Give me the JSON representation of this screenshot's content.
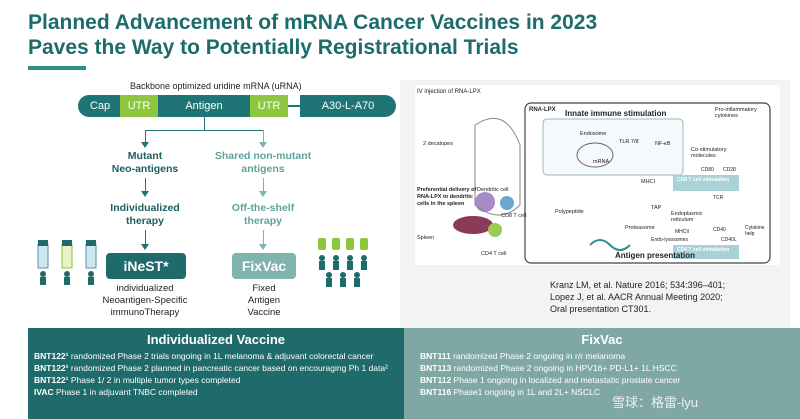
{
  "title": {
    "line1": "Planned Advancement of mRNA Cancer Vaccines in 2023",
    "line2": "Paves the Way to Potentially Registrational Trials"
  },
  "backbone": {
    "label": "Backbone optimized uridine mRNA (uRNA)",
    "segments": [
      "Cap",
      "UTR",
      "Antigen",
      "UTR",
      "A30-L-A70"
    ]
  },
  "left_branch": {
    "type": "Mutant\nNeo-antigens",
    "therapy": "Individualized\ntherapy",
    "product": "iNeST*",
    "desc_lines": [
      "individualized",
      "Neoantigen-Specific",
      "immunoTherapy"
    ]
  },
  "right_branch": {
    "type": "Shared non-mutant\nantigens",
    "therapy": "Off-the-shelf\ntherapy",
    "product": "FixVac",
    "desc_lines": [
      "Fixed",
      "Antigen",
      "Vaccine"
    ]
  },
  "figure": {
    "labels": {
      "iv": "IV injection of RNA-LPX",
      "decatopes": "2 decatopes",
      "delivery": "Preferential delivery of RNA-LPX to dendritic cells in the spleen",
      "spleen": "Spleen",
      "dc": "Dendritic cell",
      "cd8": "CD8 T cell",
      "cd4": "CD4 T cell",
      "rna_lpx": "RNA-LPX",
      "innate": "Innate immune stimulation",
      "proinf": "Pro-inflammatory cytokines",
      "antigen_pres": "Antigen presentation",
      "cd8stim": "CD8 T cell stimulation",
      "cd4stim": "CD4 T cell stimulation",
      "endosome": "Endosome",
      "tlr": "TLR 7/8",
      "nfkb": "NF-κB",
      "costim": "Co-stimulatory molecules",
      "mrna": "mRNA",
      "mhc1": "MHCI",
      "cd80": "CD80",
      "cd28": "CD28",
      "tcr": "TCR",
      "tap": "TAP",
      "er": "Endoplasmic reticulum",
      "polypeptide": "Polypeptide",
      "proteasome": "Proteasome",
      "mhc2": "MHCII",
      "endolyso": "Endo-lysosomes",
      "cd40": "CD40",
      "cd40l": "CD40L",
      "cytokine": "Cytokine help"
    }
  },
  "references": [
    "Kranz LM, et al. Nature 2016; 534:396–401;",
    "Lopez J, et al. AACR Annual Meeting 2020;",
    "Oral presentation CT301."
  ],
  "panels": {
    "left": {
      "title": "Individualized Vaccine",
      "rows": [
        {
          "code": "BNT122¹",
          "text": " randomized  Phase 2 trials ongoing  in 1L melanoma  & adjuvant  colorectal cancer"
        },
        {
          "code": "BNT122¹",
          "text": " randomized  Phase 2 planned  in pancreatic cancer based on encouraging  Ph 1 data²"
        },
        {
          "code": "BNT122¹",
          "text": "  Phase 1/ 2 in multiple tumor types completed"
        },
        {
          "code": "IVAC",
          "text": " Phase 1 in adjuvant  TNBC completed"
        }
      ]
    },
    "right": {
      "title": "FixVac",
      "rows": [
        {
          "code": "BNT111",
          "text": " randomized  Phase 2 ongoing  in r/r melanoma"
        },
        {
          "code": "BNT113",
          "text": " randomized  Phase 2 ongoing  in HPV16+ PD-L1+  1L HSCC"
        },
        {
          "code": "BNT112",
          "text": "  Phase 1 ongoing  in localized and metastatic prostate cancer"
        },
        {
          "code": "BNT116",
          "text": "  Phase1 ongoing  in 1L and 2L+ NSCLC"
        }
      ]
    }
  },
  "watermark": "雪球：格雷-lyu",
  "colors": {
    "teal_dark": "#1f6a6a",
    "teal_light": "#7fb3ad",
    "utr_green": "#8fc63f"
  }
}
